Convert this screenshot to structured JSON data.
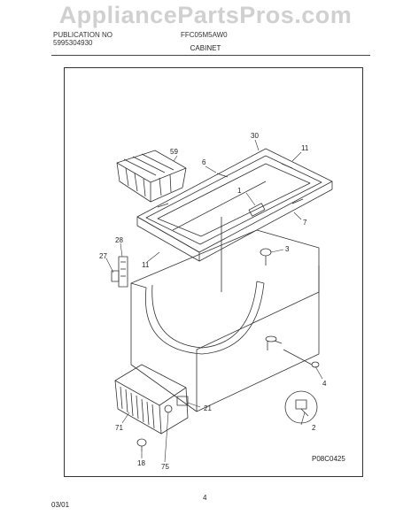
{
  "watermark": "AppliancePartsPros.com",
  "header": {
    "left_line1": "PUBLICATION NO",
    "left_line2": "5995304930",
    "center": "FFC05M5AW0",
    "section": "CABINET"
  },
  "callouts": [
    "30",
    "11",
    "59",
    "6",
    "1",
    "7",
    "28",
    "3",
    "27",
    "11",
    "21",
    "4",
    "71",
    "2",
    "18",
    "75"
  ],
  "figure_code": "P08C0425",
  "footer": {
    "date": "03/01",
    "page": "4"
  }
}
